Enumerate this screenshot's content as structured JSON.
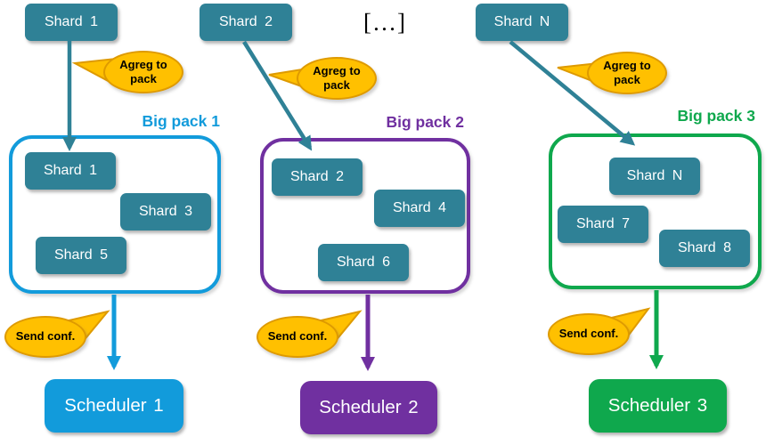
{
  "ellipsis": "[…]",
  "colors": {
    "shard": "#2F8196",
    "bubble_fill": "#FFC000",
    "bubble_border": "#DE9A00",
    "col1": "#129BDB",
    "col2": "#7030A0",
    "col3": "#0FA84D"
  },
  "columns": [
    {
      "source_shard": "Shard 1",
      "agreg_label": "Agreg to pack",
      "pack_title": "Big pack 1",
      "pack_shards": [
        "Shard 1",
        "Shard 3",
        "Shard 5"
      ],
      "send_label": "Send conf.",
      "scheduler": "Scheduler 1"
    },
    {
      "source_shard": "Shard 2",
      "agreg_label": "Agreg to pack",
      "pack_title": "Big pack 2",
      "pack_shards": [
        "Shard 2",
        "Shard 4",
        "Shard 6"
      ],
      "send_label": "Send conf.",
      "scheduler": "Scheduler 2"
    },
    {
      "source_shard": "Shard N",
      "agreg_label": "Agreg to pack",
      "pack_title": "Big pack 3",
      "pack_shards": [
        "Shard N",
        "Shard 7",
        "Shard 8"
      ],
      "send_label": "Send conf.",
      "scheduler": "Scheduler 3"
    }
  ]
}
